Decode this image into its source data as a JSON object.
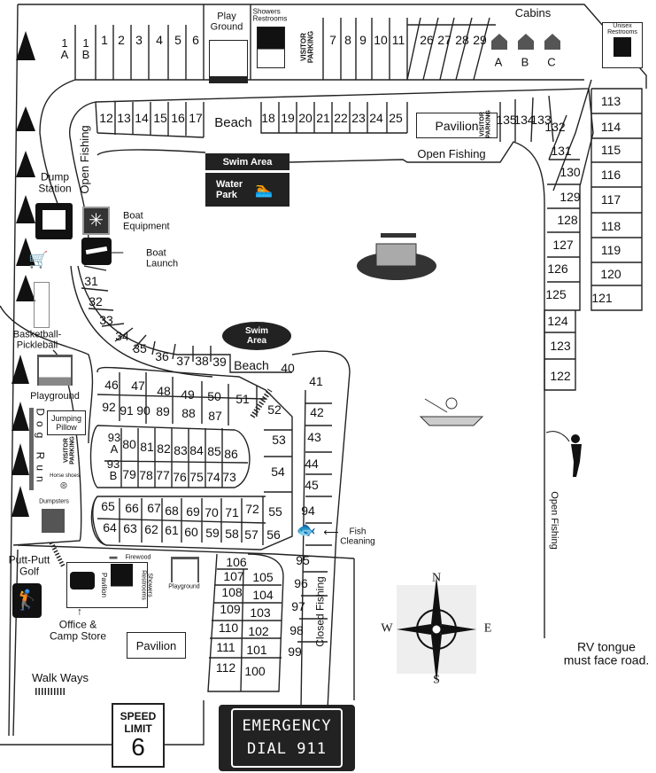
{
  "labels": {
    "playground_top": "Play\nGround",
    "showers_restrooms_top": "Showers\nRestrooms",
    "visitor_parking": "VISITOR\nPARKING",
    "cabins": "Cabins",
    "cabin_a": "A",
    "cabin_b": "B",
    "cabin_c": "C",
    "unisex_restrooms": "Unisex\nRestrooms",
    "beach_top": "Beach",
    "pavilion_top": "Pavilion",
    "open_fishing_top": "Open Fishing",
    "open_fishing_left": "Open Fishing",
    "open_fishing_right": "Open Fishing",
    "swim_area_top": "Swim Area",
    "water_park": "Water\nPark",
    "dump_station": "Dump\nStation",
    "boat_equipment": "Boat\nEquipment",
    "boat_launch": "Boat\nLaunch",
    "basketball_pickleball": "Basketball-\nPickleball",
    "playground_left": "Playground",
    "jumping_pillow": "Jumping\nPillow",
    "dog_run": "Dog Run",
    "horse_shoes": "Horse shoes",
    "dumpsters": "Dumpsters",
    "swim_area_mid": "Swim\nArea",
    "beach_mid": "Beach",
    "fish_cleaning": "Fish\nCleaning",
    "closed_fishing": "Closed Fishing",
    "putt_putt": "Putt-Putt\nGolf",
    "firewood": "Firewood",
    "pavilion_office": "Pavilion",
    "showers_restrooms_office": "Showers\nRestrooms",
    "playground_mid": "Playground",
    "office_store": "Office &\nCamp Store",
    "pavilion_bottom": "Pavilion",
    "walk_ways": "Walk Ways",
    "speed_limit": "SPEED\nLIMIT",
    "speed_value": "6",
    "emergency_line1": "EMERGENCY",
    "emergency_line2": "DIAL 911",
    "rv_note": "RV tongue\nmust face road.",
    "compass_n": "N",
    "compass_s": "S",
    "compass_e": "E",
    "compass_w": "W"
  },
  "sites": [
    "1\nA",
    "1\nB",
    "1",
    "2",
    "3",
    "4",
    "5",
    "6",
    "7",
    "8",
    "9",
    "10",
    "11",
    "26",
    "27",
    "28",
    "29",
    "12",
    "13",
    "14",
    "15",
    "16",
    "17",
    "18",
    "19",
    "20",
    "21",
    "22",
    "23",
    "24",
    "25",
    "135",
    "134",
    "133",
    "132",
    "131",
    "130",
    "129",
    "128",
    "127",
    "126",
    "125",
    "124",
    "123",
    "122",
    "113",
    "114",
    "115",
    "116",
    "117",
    "118",
    "119",
    "120",
    "121",
    "31",
    "32",
    "33",
    "34",
    "35",
    "36",
    "37",
    "38",
    "39",
    "40",
    "41",
    "42",
    "43",
    "44",
    "45",
    "94",
    "95",
    "96",
    "97",
    "98",
    "99",
    "46",
    "47",
    "48",
    "49",
    "50",
    "51",
    "52",
    "92",
    "91",
    "90",
    "89",
    "88",
    "87",
    "53",
    "54",
    "55",
    "56",
    "93\nA",
    "80",
    "81",
    "82",
    "83",
    "84",
    "85",
    "86",
    "93\nB",
    "79",
    "78",
    "77",
    "76",
    "75",
    "74",
    "73",
    "65",
    "66",
    "67",
    "68",
    "69",
    "70",
    "71",
    "72",
    "64",
    "63",
    "62",
    "61",
    "60",
    "59",
    "58",
    "57",
    "106",
    "107",
    "105",
    "108",
    "104",
    "109",
    "103",
    "110",
    "102",
    "111",
    "101",
    "112",
    "100"
  ]
}
